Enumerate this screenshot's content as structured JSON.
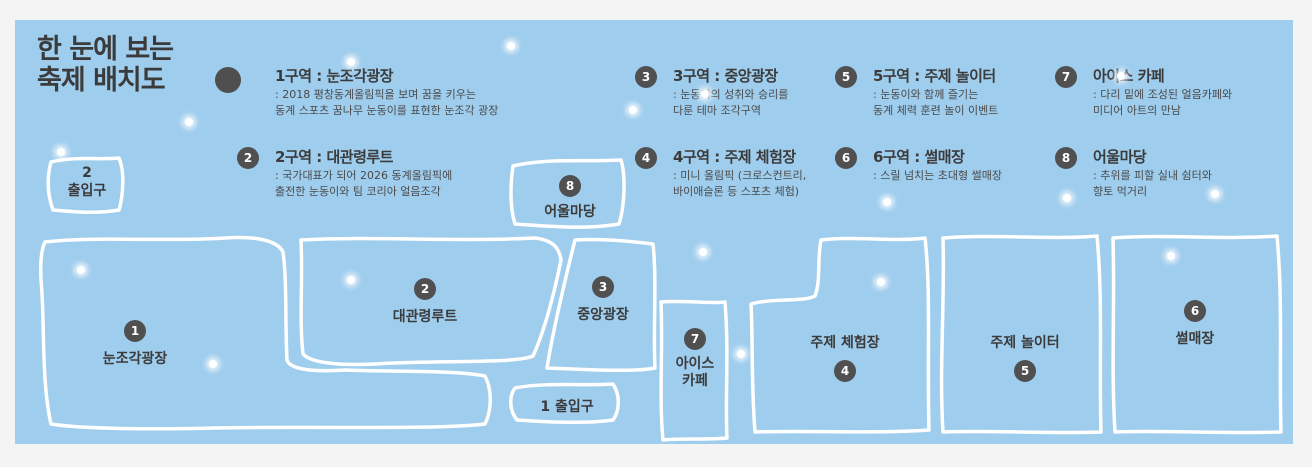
{
  "title": {
    "line1": "한 눈에 보는",
    "line2": "축제 배치도"
  },
  "legend": [
    {
      "num": "",
      "title": "1구역 : 눈조각광장",
      "desc": [
        ": 2018 평창동계올림픽을 보며 꿈을 키우는",
        "동계 스포츠 꿈나무 눈동이를 표현한 눈조각 광장"
      ]
    },
    {
      "num": "2",
      "title": "2구역 : 대관령루트",
      "desc": [
        ": 국가대표가 되어 2026 동계올림픽에",
        "출전한 눈동이와 팀 코리아 얼음조각"
      ]
    },
    {
      "num": "3",
      "title": "3구역 : 중앙광장",
      "desc": [
        ": 눈동이의 성취와 승리를",
        "다룬 테마 조각구역"
      ]
    },
    {
      "num": "4",
      "title": "4구역 : 주제 체험장",
      "desc": [
        ": 미니 올림픽 (크로스컨트리,",
        "바이애슬론 등 스포츠 체험)"
      ]
    },
    {
      "num": "5",
      "title": "5구역 : 주제 놀이터",
      "desc": [
        ": 눈동이와 함께 즐기는",
        "동계 체력 훈련 놀이 이벤트"
      ]
    },
    {
      "num": "6",
      "title": "6구역 : 썰매장",
      "desc": [
        ": 스릴 넘치는 초대형 썰매장"
      ]
    },
    {
      "num": "7",
      "title": "아이스 카페",
      "desc": [
        ": 다리 밑에 조성된 얼음카페와",
        "미디어 아트의 만남"
      ]
    },
    {
      "num": "8",
      "title": "어울마당",
      "desc": [
        ": 추위를 피할 실내 쉼터와",
        "향토 먹거리"
      ]
    }
  ],
  "zones": {
    "z1": {
      "num": "1",
      "label": "눈조각광장"
    },
    "z2": {
      "num": "2",
      "label": "대관령루트"
    },
    "z3": {
      "num": "3",
      "label": "중앙광장"
    },
    "z4": {
      "num": "4",
      "label": "주제 체험장"
    },
    "z5": {
      "num": "5",
      "label": "주제 놀이터"
    },
    "z6": {
      "num": "6",
      "label": "썰매장"
    },
    "z7": {
      "num": "7",
      "label1": "아이스",
      "label2": "카페"
    },
    "z8": {
      "num": "8",
      "label": "어울마당"
    },
    "entrance1": {
      "label": "1 출입구"
    },
    "entrance2": {
      "num": "2",
      "label": "출입구"
    }
  },
  "colors": {
    "map_bg": "#9fcdee",
    "outline": "#ffffff",
    "badge": "#505050",
    "text": "#3b3b3b"
  }
}
